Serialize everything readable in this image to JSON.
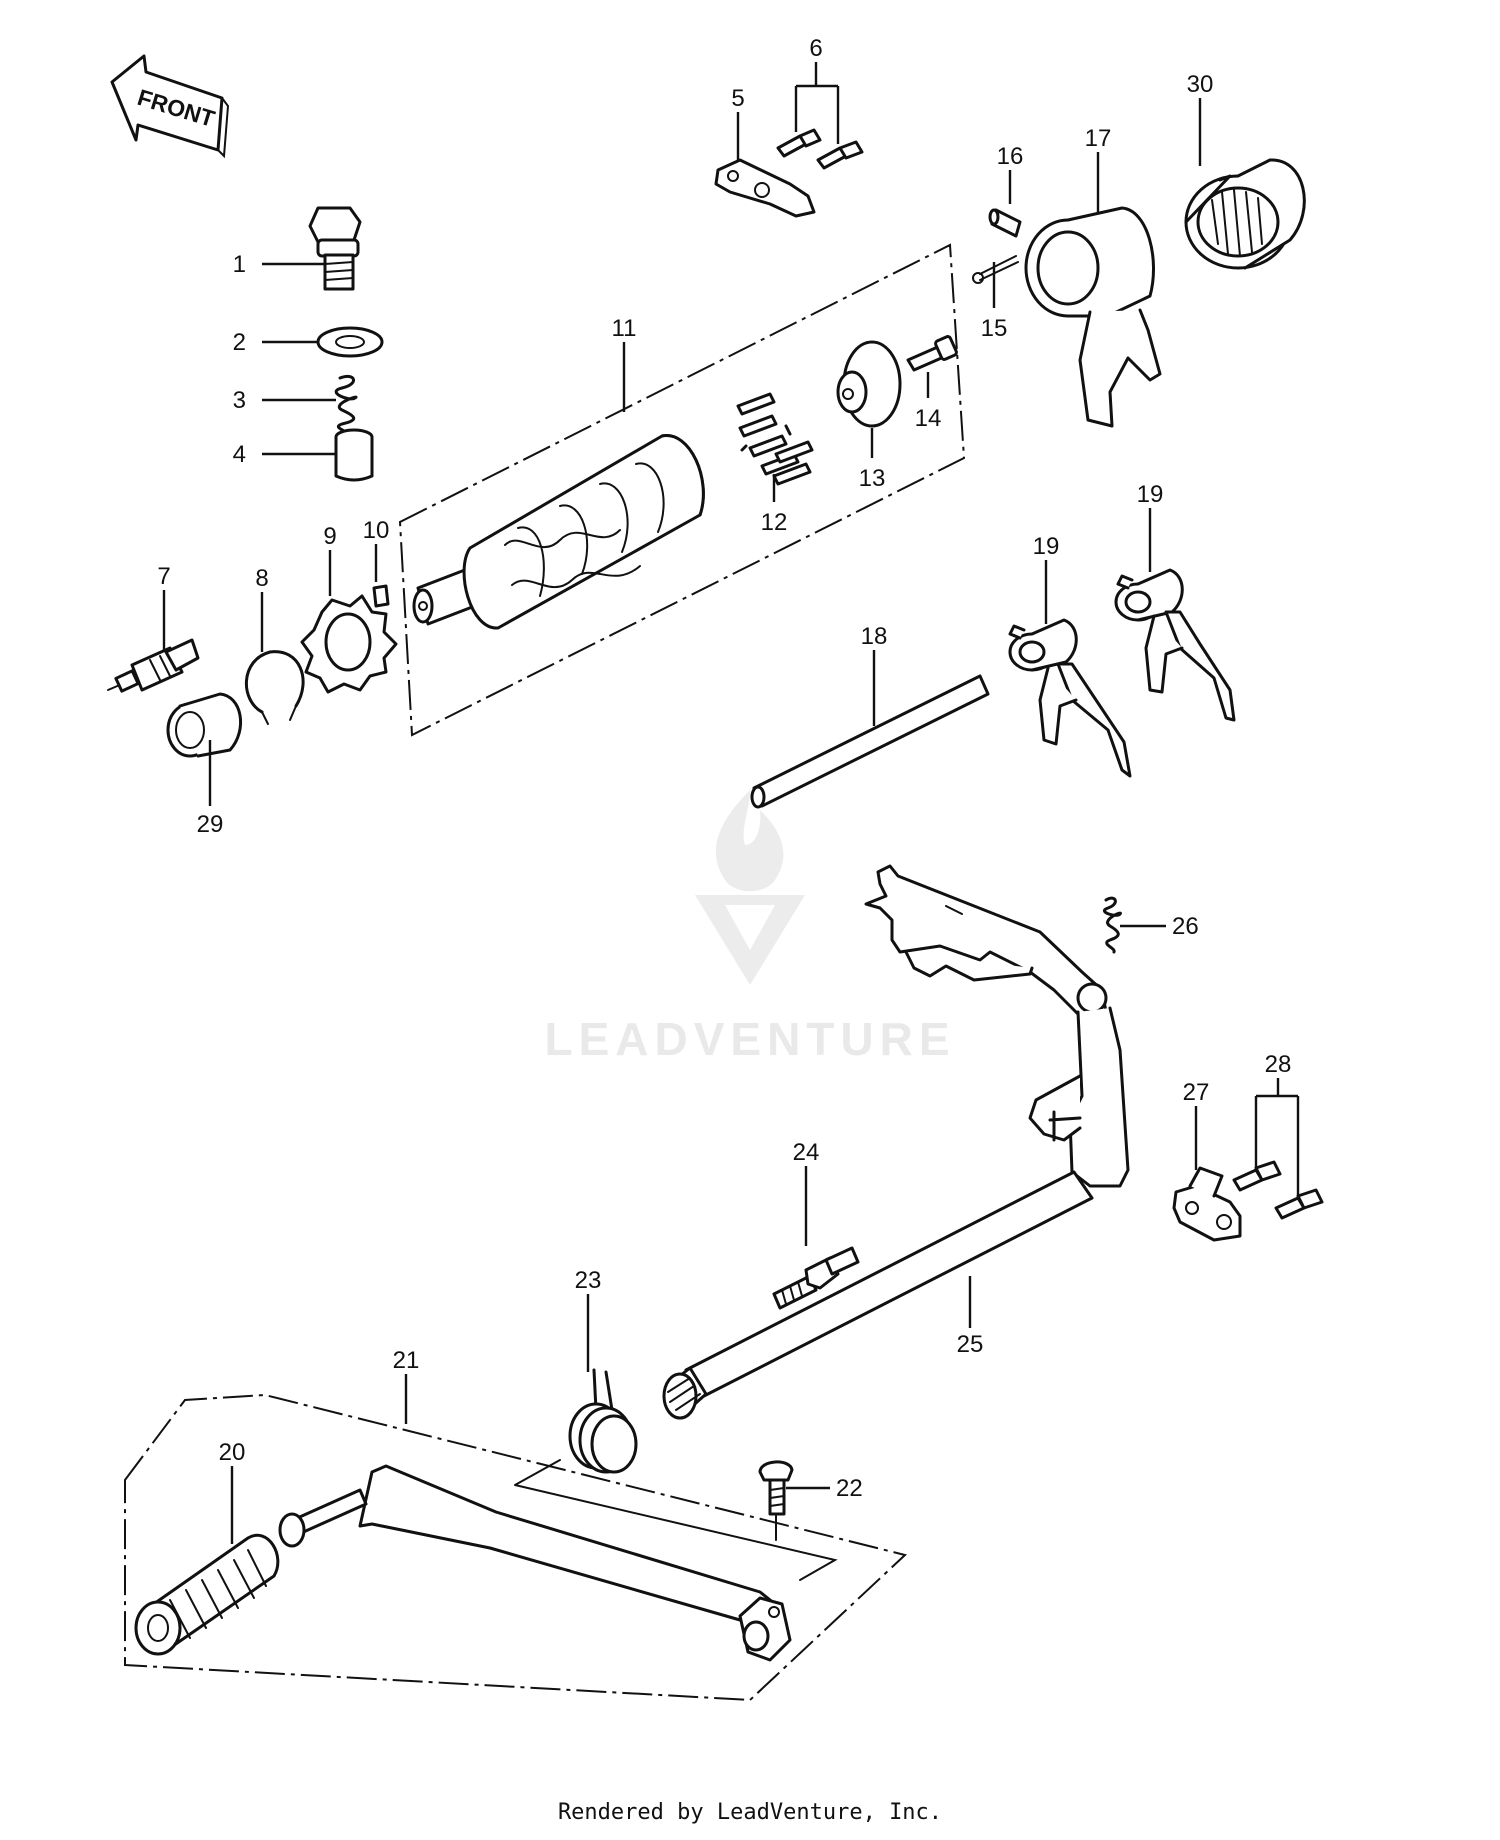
{
  "front_arrow": {
    "label": "FRONT",
    "icon": "front-arrow-icon"
  },
  "watermark": {
    "logo": "leadventure-flame-v-icon",
    "text": "LEADVENTURE",
    "color": "#e9e9e9"
  },
  "callouts": [
    {
      "id": "1",
      "text": "1"
    },
    {
      "id": "2",
      "text": "2"
    },
    {
      "id": "3",
      "text": "3"
    },
    {
      "id": "4",
      "text": "4"
    },
    {
      "id": "5",
      "text": "5"
    },
    {
      "id": "6",
      "text": "6"
    },
    {
      "id": "7",
      "text": "7"
    },
    {
      "id": "8",
      "text": "8"
    },
    {
      "id": "9",
      "text": "9"
    },
    {
      "id": "10",
      "text": "10"
    },
    {
      "id": "11",
      "text": "11"
    },
    {
      "id": "12",
      "text": "12"
    },
    {
      "id": "13",
      "text": "13"
    },
    {
      "id": "14",
      "text": "14"
    },
    {
      "id": "15",
      "text": "15"
    },
    {
      "id": "16",
      "text": "16"
    },
    {
      "id": "17",
      "text": "17"
    },
    {
      "id": "18",
      "text": "18"
    },
    {
      "id": "19a",
      "text": "19"
    },
    {
      "id": "19b",
      "text": "19"
    },
    {
      "id": "20",
      "text": "20"
    },
    {
      "id": "21",
      "text": "21"
    },
    {
      "id": "22",
      "text": "22"
    },
    {
      "id": "23",
      "text": "23"
    },
    {
      "id": "24",
      "text": "24"
    },
    {
      "id": "25",
      "text": "25"
    },
    {
      "id": "26",
      "text": "26"
    },
    {
      "id": "27",
      "text": "27"
    },
    {
      "id": "28",
      "text": "28"
    },
    {
      "id": "29",
      "text": "29"
    },
    {
      "id": "30",
      "text": "30"
    }
  ],
  "footer": {
    "text": "Rendered by LeadVenture, Inc."
  }
}
